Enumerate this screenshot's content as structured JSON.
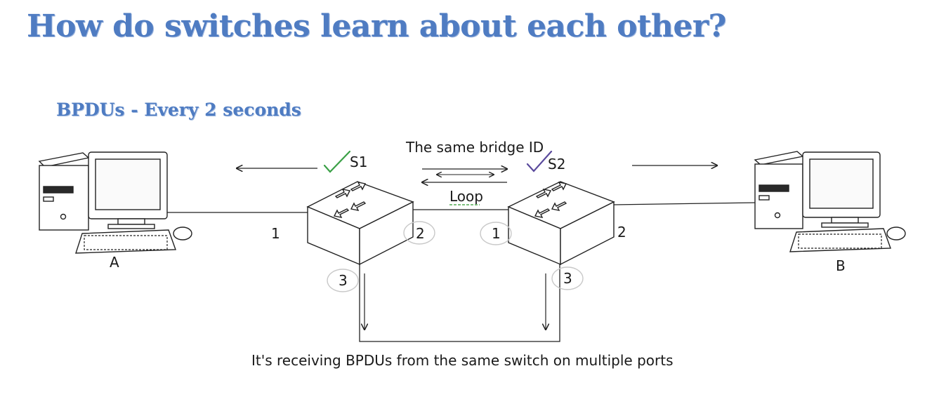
{
  "title": "How do switches learn about each other?",
  "subtitle": "BPDUs - Every 2 seconds",
  "colors": {
    "title": "#4f7cc2",
    "check_s1": "#3aa046",
    "check_s2": "#5a4a9c",
    "loop_underline": "#7cc07c"
  },
  "annotations": {
    "same_bridge_id": "The same bridge ID",
    "loop": "Loop",
    "bottom": "It's receiving BPDUs from the same switch on multiple ports"
  },
  "hosts": {
    "a": {
      "label": "A",
      "icon": "desktop-computer-icon"
    },
    "b": {
      "label": "B",
      "icon": "desktop-computer-icon"
    }
  },
  "switches": {
    "s1": {
      "label": "S1",
      "icon": "network-switch-icon",
      "ports": {
        "p1": "1",
        "p2": "2",
        "p3": "3"
      }
    },
    "s2": {
      "label": "S2",
      "icon": "network-switch-icon",
      "ports": {
        "p1": "1",
        "p2": "2",
        "p3": "3"
      }
    }
  }
}
